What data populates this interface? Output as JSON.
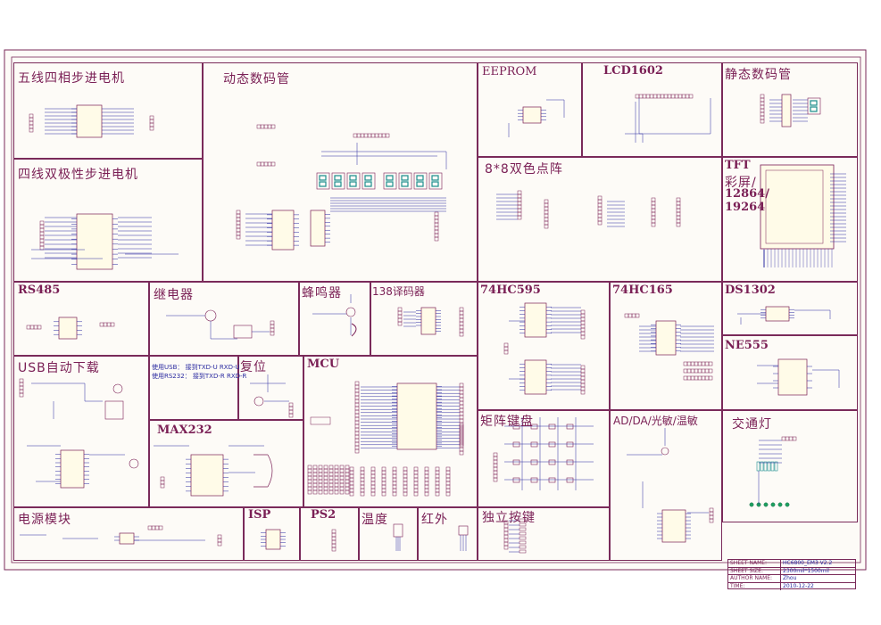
{
  "sections": {
    "stepper5": "五线四相步进电机",
    "stepper4": "四线双极性步进电机",
    "dyn_seg": "动态数码管",
    "eeprom": "EEPROM",
    "lcd1602": "LCD1602",
    "static_seg": "静态数码管",
    "dotmatrix": "8*8双色点阵",
    "tft_line1": "TFT",
    "tft_line2": "彩屏/",
    "tft_line3": "12864/",
    "tft_line4": "19264",
    "rs485": "RS485",
    "relay": "继电器",
    "buzzer": "蜂鸣器",
    "dec138": "138译码器",
    "hc595": "74HC595",
    "hc165": "74HC165",
    "ds1302": "DS1302",
    "ne555": "NE555",
    "usb": "USB自动下载",
    "reset": "复位",
    "mcu": "MCU",
    "max232": "MAX232",
    "keymatrix": "矩阵键盘",
    "adda": "AD/DA/光敏/温敏",
    "traffic": "交通灯",
    "power": "电源模块",
    "isp": "ISP",
    "ps2": "PS2",
    "temp": "温度",
    "ir": "红外",
    "keys": "独立按键"
  },
  "notes": {
    "usb_line": "使用USB：  接到TXD-U RXD-U",
    "rs232_line": "使用RS232：  接到TXD-R RXD-R"
  },
  "title_block": {
    "rows": [
      {
        "key": "SHEET NAME:",
        "value": "HC6800_EM3 V2.2"
      },
      {
        "key": "SHEET SIZE:",
        "value": "2300mil*1500mil"
      },
      {
        "key": "AUTHOR NAME:",
        "value": "Zhou"
      },
      {
        "key": "TIME:",
        "value": "2010-12-22"
      }
    ]
  },
  "colors": {
    "frame": "#7a2a5a",
    "wire": "#2a2aa0",
    "part": "#7a1f55",
    "seg": "#1e9090"
  }
}
